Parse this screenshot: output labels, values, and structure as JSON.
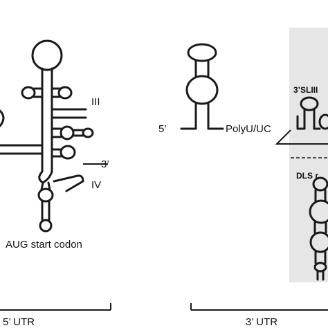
{
  "labels": {
    "domain_three": "III",
    "domain_four": "IV",
    "five_prime_end": "5’",
    "three_prime_end": "3’",
    "start_codon": "AUG start codon",
    "five_utr": "5’ UTR",
    "three_utr": "3’ UTR",
    "poly_tract": "PolyU/UC",
    "sl_three": "3’SLIII",
    "dls": "DLS r"
  },
  "colors": {
    "panel_shade": "#e6e6e6",
    "stroke": "#1a1a1a"
  }
}
